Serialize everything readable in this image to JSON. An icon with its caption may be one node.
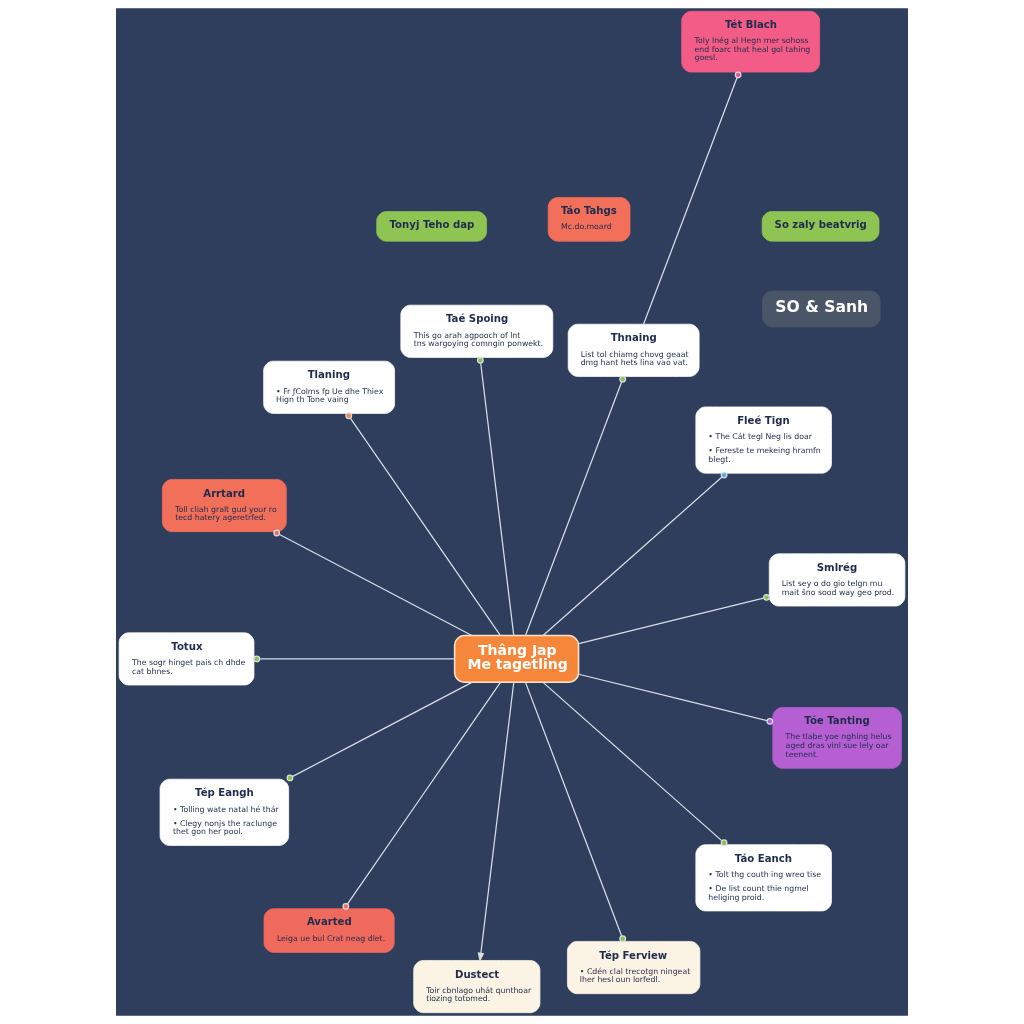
{
  "diagram": {
    "nodes": [
      {
        "text": [
          "SO & Sanh"
        ]
      },
      {
        "text": [
          "Tét Blach",
          "Toly lnég al Hegn mer sohoss end foarc that heal gol tahing goesl."
        ]
      },
      {
        "text": [
          "Smlrég",
          "List sey o do gio telgn mu mait ŝno sood way geo prod."
        ]
      },
      {
        "text": [
          "Fleé Tign",
          "• The Cát tegl Neg lis doar",
          "• Fereste te mekeing hramfn blegt."
        ]
      },
      {
        "text": [
          "Táo Tahgs",
          "Mc.do.moard"
        ]
      },
      {
        "text": [
          "Thnaing",
          "List tol chiamg chovg geaat dmg hant hets lina vao vat."
        ]
      },
      {
        "text": [
          "Taé Spoing",
          "This go arah agpooch of lnt tns wargoying comngin ponwekt."
        ]
      },
      {
        "text": [
          "Tlaning",
          "• Fr ƒColms fp Ue dhe Thiex Hign th Tone vaing"
        ]
      },
      {
        "text": [
          "Arrtard",
          "Toll cliah gralt gud your ro tecd hatery ageretrfed."
        ]
      },
      {
        "text": [
          "Totux",
          "The sogr hinget pais ch dhde cat bhnes."
        ]
      },
      {
        "text": [
          "Thâng Jap Me tagetling"
        ]
      },
      {
        "text": [
          "Tép Eangh",
          "• Tolling wate natal hé thár",
          "• Clegy nonjs the raclunge thet gon her pool."
        ]
      },
      {
        "text": [
          "Avarted",
          "Leiga ue bul Crat neag dlet."
        ]
      },
      {
        "text": [
          "Dustect",
          "Toir cbnlago uhát qunthoar tiozing totomed."
        ]
      },
      {
        "text": [
          "So zaly beatvrig"
        ]
      },
      {
        "text": [
          "Tonyj Teho dap"
        ]
      },
      {
        "text": [
          "Tép Ferview",
          "• Cdén clal trecotgn ningeat lher hesl oun lorfedl."
        ]
      },
      {
        "text": [
          "Táo Eanch",
          "• Tolt thg couth ing wreo tise",
          "• De list count thie ngmel heliging proid."
        ]
      },
      {
        "text": [
          "Tóe Tanting",
          "The tlabe yoe nghing helus aged dras vinl sue lely oar teenent."
        ]
      }
    ],
    "edges": [
      {
        "from": 5,
        "to": 1,
        "arrow": "other"
      },
      {
        "from": 10,
        "to": 2,
        "arrow": "other"
      },
      {
        "from": 10,
        "to": 3,
        "arrow": "other"
      },
      {
        "from": 10,
        "to": 5,
        "arrow": "other"
      },
      {
        "from": 10,
        "to": 6,
        "arrow": "other"
      },
      {
        "from": 10,
        "to": 7,
        "arrow": "other"
      },
      {
        "from": 10,
        "to": 8,
        "arrow": "other"
      },
      {
        "from": 10,
        "to": 9,
        "arrow": "other"
      },
      {
        "from": 10,
        "to": 11,
        "arrow": "other"
      },
      {
        "from": 10,
        "to": 12,
        "arrow": "other"
      },
      {
        "from": 10,
        "to": 13,
        "arrow": "to"
      },
      {
        "from": 10,
        "to": 16,
        "arrow": "other"
      },
      {
        "from": 10,
        "to": 17,
        "arrow": "other"
      },
      {
        "from": 10,
        "to": 18,
        "arrow": "other"
      }
    ]
  }
}
